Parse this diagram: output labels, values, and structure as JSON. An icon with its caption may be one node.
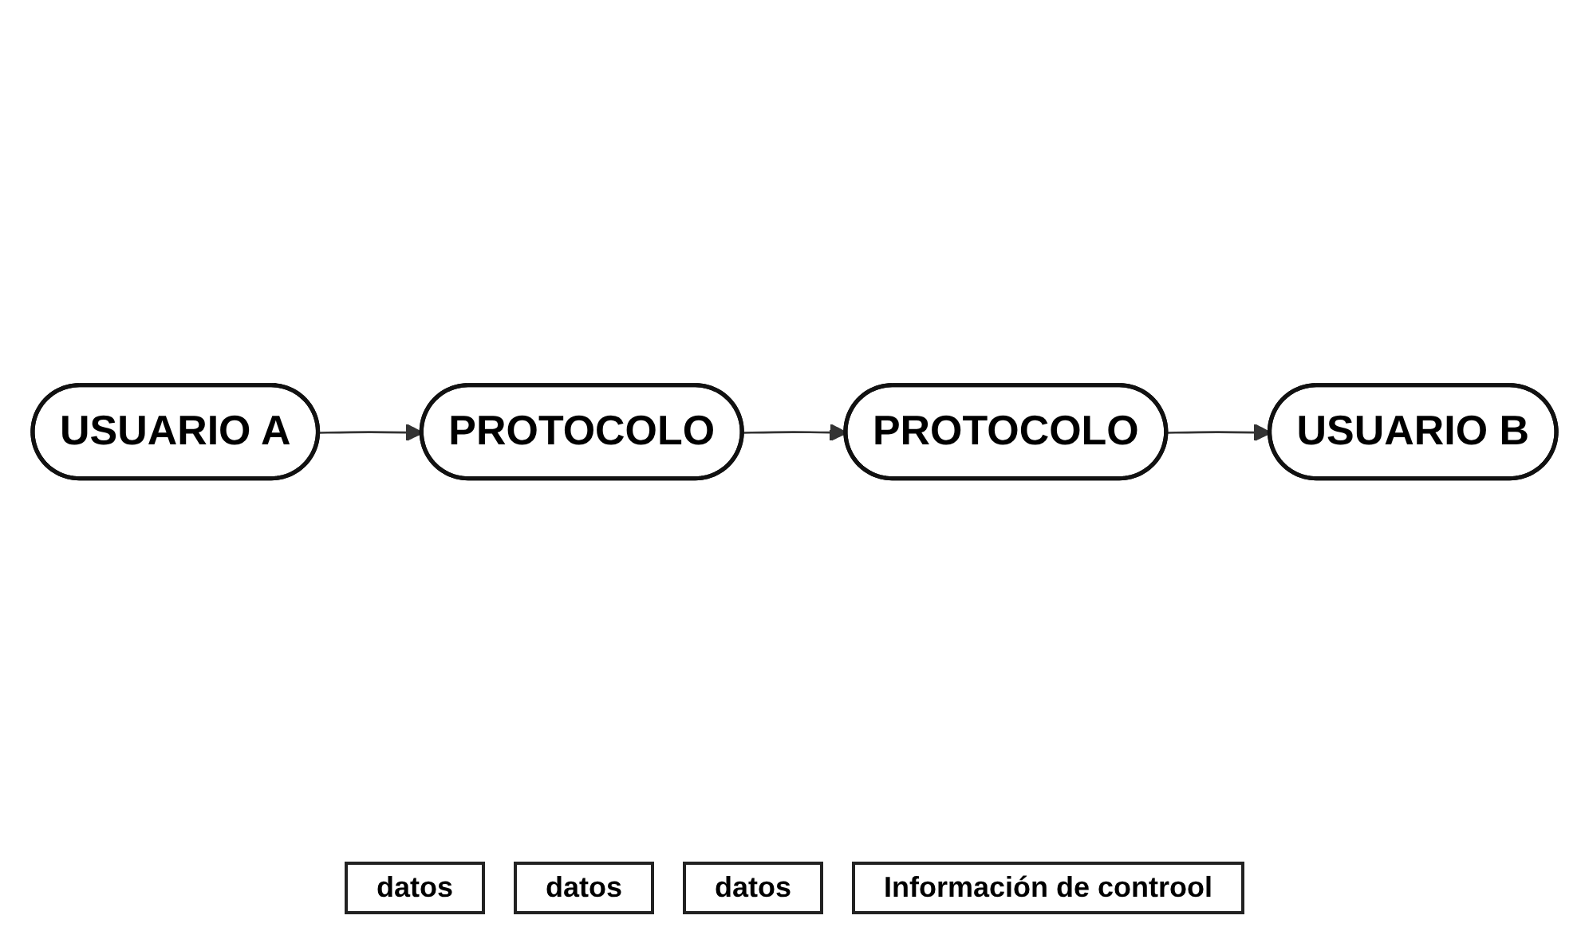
{
  "diagram": {
    "nodes": [
      {
        "text": [
          "USUARIO A"
        ]
      },
      {
        "text": [
          "PROTOCOLO"
        ]
      },
      {
        "text": [
          "PROTOCOLO"
        ]
      },
      {
        "text": [
          "USUARIO B"
        ]
      }
    ],
    "edges": [
      {
        "from": 0,
        "to": 1,
        "arrow": "to"
      },
      {
        "from": 1,
        "to": 2,
        "arrow": "to"
      },
      {
        "from": 2,
        "to": 3,
        "arrow": "to"
      }
    ],
    "labels": [
      "datos",
      "datos",
      "datos",
      "Información de controol"
    ]
  }
}
